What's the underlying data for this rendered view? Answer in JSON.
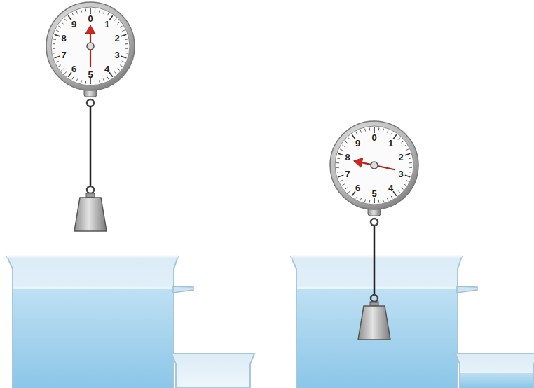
{
  "diagram": {
    "labels": [
      "0",
      "1",
      "2",
      "3",
      "4",
      "5",
      "6",
      "7",
      "8",
      "9",
      "0",
      "1",
      "2",
      "3",
      "4",
      "5",
      "6",
      "7",
      "8",
      "9"
    ]
  }
}
